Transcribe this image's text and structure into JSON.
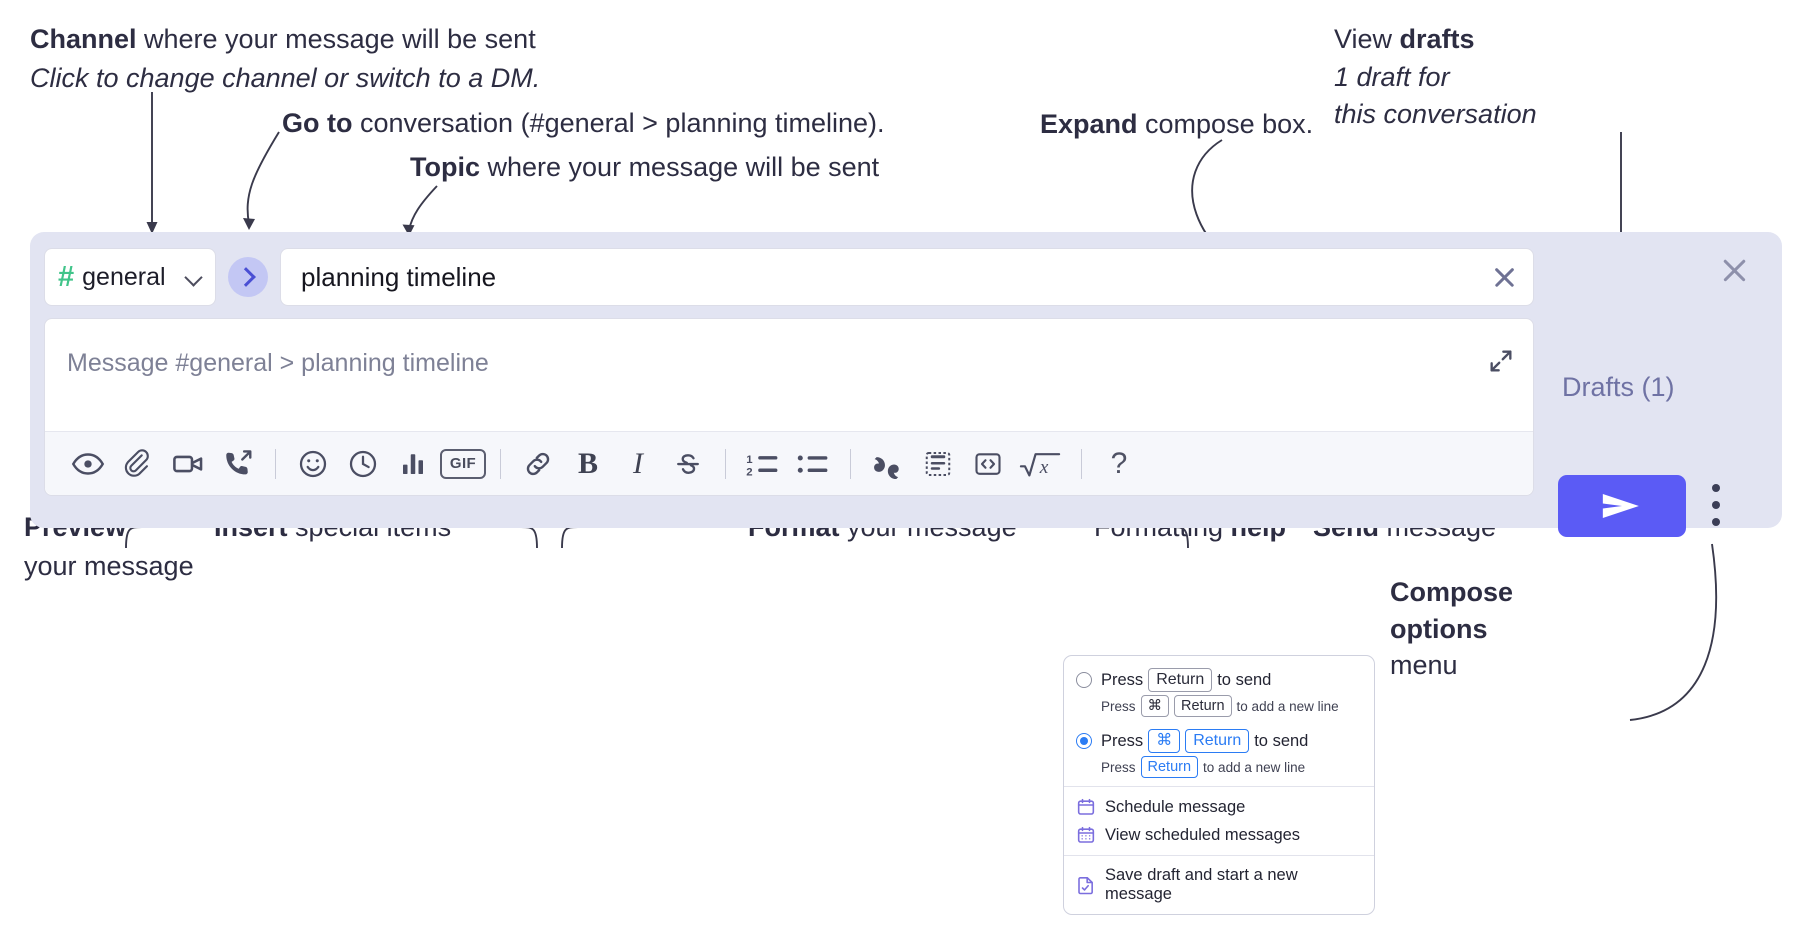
{
  "annotations": {
    "channel": {
      "strong": "Channel",
      "rest": " where your message will be sent",
      "italic": "Click to change channel or switch to a DM."
    },
    "goto": {
      "strong": "Go to",
      "rest": " conversation (#general > planning timeline)."
    },
    "topic": {
      "strong": "Topic",
      "rest": " where your message will be sent"
    },
    "expand": {
      "strong": "Expand",
      "rest": " compose box."
    },
    "drafts": {
      "lead": "View ",
      "strong": "drafts",
      "italic1": "1 draft for",
      "italic2": "this conversation"
    },
    "preview": {
      "strong": "Preview",
      "rest": "your message"
    },
    "insert": {
      "strong": "Insert",
      "rest": " special items"
    },
    "format": {
      "strong": "Format",
      "rest": " your message"
    },
    "help": {
      "lead": "Formatting ",
      "strong": "help"
    },
    "send": {
      "strong": "Send",
      "rest": " message"
    },
    "compose_options": {
      "strong1": "Compose",
      "strong2": "options",
      "rest": "menu"
    }
  },
  "compose": {
    "channel": {
      "hash": "#",
      "name": "general",
      "chevron_icon": "chevron-down-icon"
    },
    "goto_icon": "chevron-right-icon",
    "topic": {
      "value": "planning timeline",
      "clear_icon": "close-icon"
    },
    "message": {
      "placeholder": "Message #general > planning timeline",
      "expand_icon": "expand-arrows-icon"
    },
    "toolbar": [
      {
        "name": "preview-button",
        "icon": "eye-icon",
        "label": ""
      },
      {
        "name": "attach-button",
        "icon": "paperclip-icon",
        "label": ""
      },
      {
        "name": "video-clip-button",
        "icon": "video-camera-icon",
        "label": ""
      },
      {
        "name": "audio-clip-button",
        "icon": "phone-forward-icon",
        "label": ""
      },
      {
        "name": "emoji-button",
        "icon": "smiley-icon",
        "label": ""
      },
      {
        "name": "reminder-button",
        "icon": "clock-icon",
        "label": ""
      },
      {
        "name": "poll-button",
        "icon": "bar-chart-icon",
        "label": ""
      },
      {
        "name": "gif-button",
        "icon": "gif-icon",
        "label": "GIF"
      },
      {
        "name": "link-button",
        "icon": "link-icon",
        "label": ""
      },
      {
        "name": "bold-button",
        "icon": "bold-icon",
        "label": "B"
      },
      {
        "name": "italic-button",
        "icon": "italic-icon",
        "label": "I"
      },
      {
        "name": "strikethrough-button",
        "icon": "strikethrough-icon",
        "label": "S"
      },
      {
        "name": "ordered-list-button",
        "icon": "numbered-list-icon",
        "label": ""
      },
      {
        "name": "bulleted-list-button",
        "icon": "bullet-list-icon",
        "label": ""
      },
      {
        "name": "blockquote-button",
        "icon": "quote-icon",
        "label": ""
      },
      {
        "name": "code-block-button",
        "icon": "code-block-icon",
        "label": ""
      },
      {
        "name": "inline-code-button",
        "icon": "code-brackets-icon",
        "label": ""
      },
      {
        "name": "latex-button",
        "icon": "square-root-x-icon",
        "label": ""
      },
      {
        "name": "formatting-help-button",
        "icon": "question-mark-icon",
        "label": "?"
      }
    ],
    "rail": {
      "close_icon": "close-icon",
      "drafts_label": "Drafts (1)",
      "send_icon": "send-paper-plane-icon",
      "options_icon": "kebab-menu-icon"
    }
  },
  "menu": {
    "options": [
      {
        "selected": false,
        "main": {
          "pre": "Press",
          "key": "Return",
          "post": "to send"
        },
        "sub": {
          "pre": "Press",
          "key1": "⌘",
          "key2": "Return",
          "post": "to add a new line"
        }
      },
      {
        "selected": true,
        "main": {
          "pre": "Press",
          "key1": "⌘",
          "key2": "Return",
          "post": "to send"
        },
        "sub": {
          "pre": "Press",
          "key": "Return",
          "post": "to add a new line"
        }
      }
    ],
    "items": [
      {
        "icon": "calendar-icon",
        "label": "Schedule message"
      },
      {
        "icon": "calendar-grid-icon",
        "label": "View scheduled messages"
      },
      {
        "icon": "document-check-icon",
        "label": "Save draft and start a new message"
      }
    ]
  },
  "colors": {
    "accent_send": "#5b5bf5",
    "panel_bg": "#e2e4f2",
    "hash_green": "#41c48a",
    "drafts_text": "#6f72a4",
    "radio_blue": "#2b7cf4",
    "menu_icon_purple": "#7b6ede"
  }
}
